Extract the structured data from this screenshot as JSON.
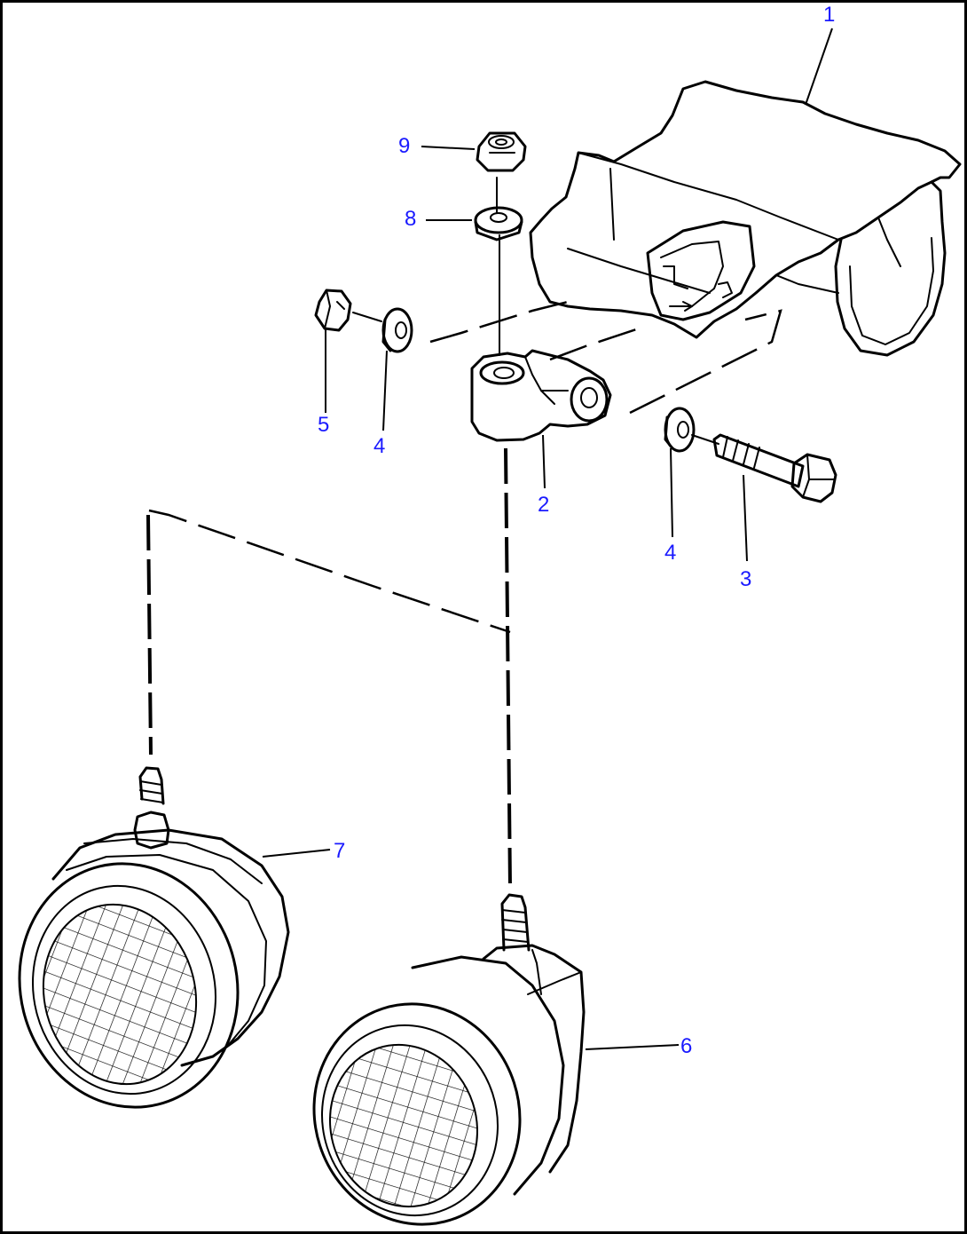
{
  "callouts": {
    "c1": "1",
    "c2": "2",
    "c3": "3",
    "c4a": "4",
    "c4b": "4",
    "c5": "5",
    "c6": "6",
    "c7": "7",
    "c8": "8",
    "c9": "9"
  },
  "colors": {
    "callout": "#1a1aff",
    "line": "#000000",
    "border": "#000000"
  }
}
